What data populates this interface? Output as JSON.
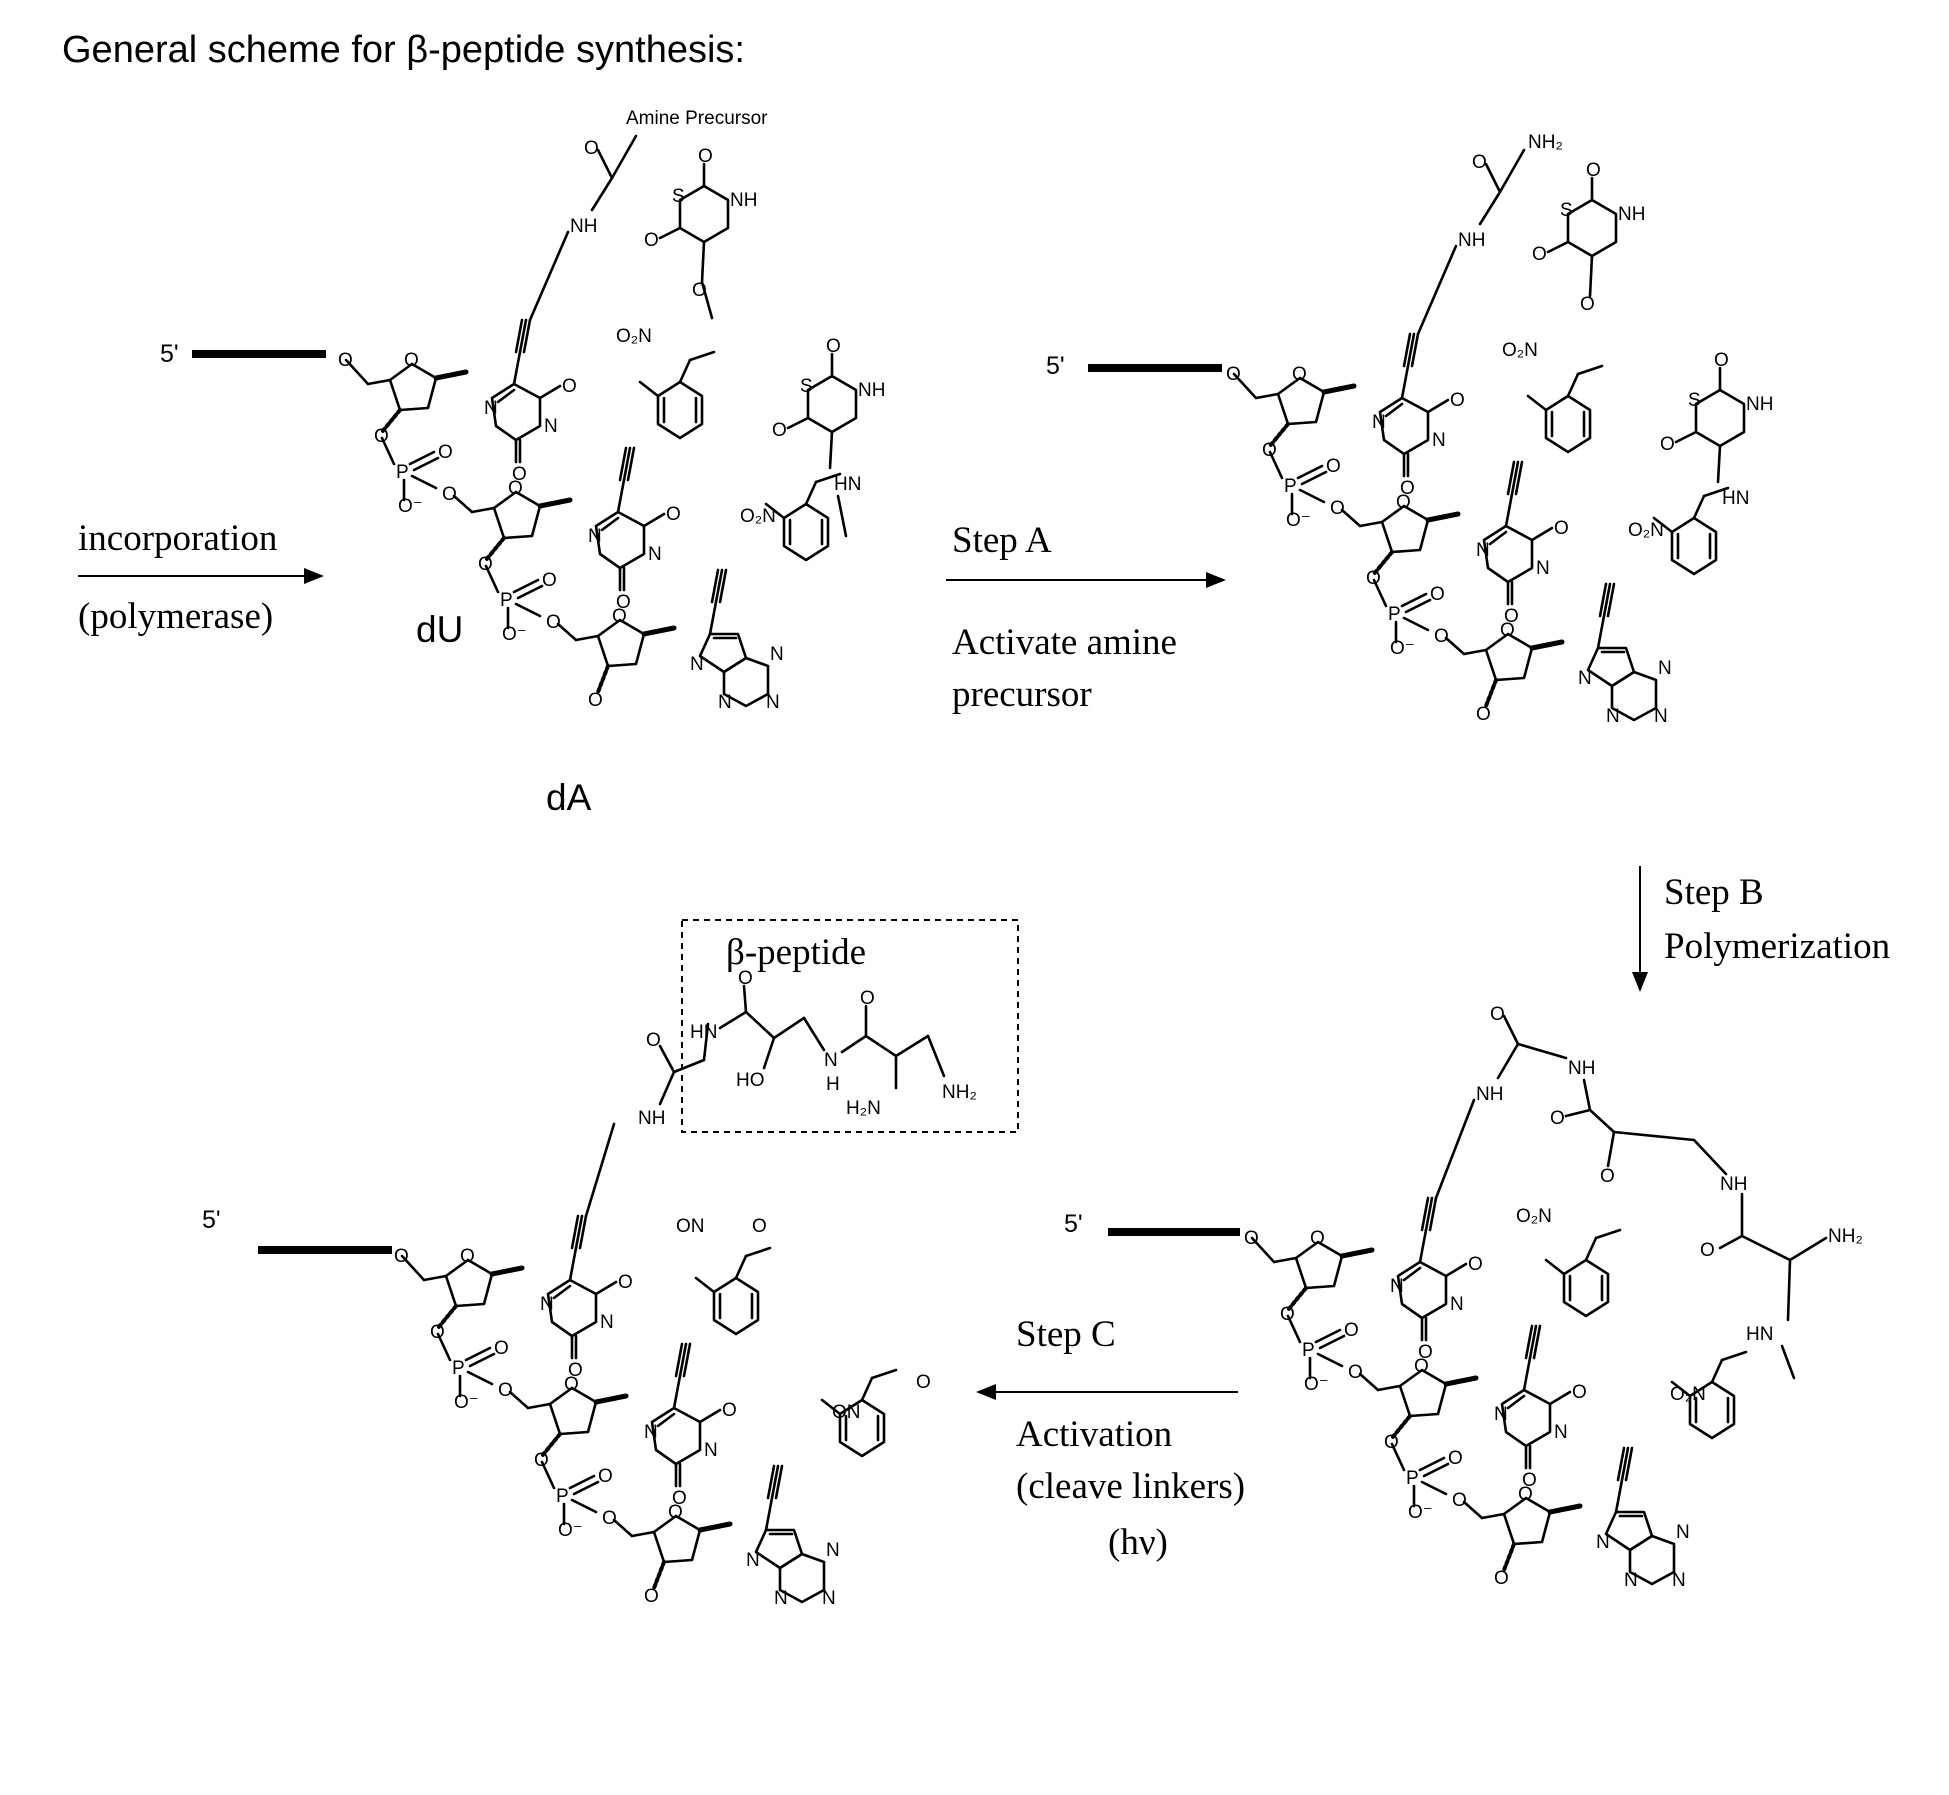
{
  "title": "General scheme for β-peptide synthesis:",
  "colors": {
    "ink": "#000000",
    "background": "#ffffff"
  },
  "arrows": {
    "incorporation": {
      "top": "incorporation",
      "bottom": "(polymerase)"
    },
    "step_a": {
      "line1": "Step A",
      "line2": "Activate amine",
      "line3": "precursor"
    },
    "step_b": {
      "line1": "Step B",
      "line2": "Polymerization"
    },
    "step_c": {
      "line1": "Step C",
      "line2": "Activation",
      "line3": "(cleave linkers)",
      "line4": "(hν)"
    }
  },
  "labels": {
    "five_prime": "5'",
    "amine_precursor": "Amine Precursor",
    "du": "dU",
    "da": "dA",
    "beta_peptide": "β-peptide"
  },
  "atoms": {
    "O": "O",
    "N": "N",
    "S": "S",
    "P": "P",
    "NH": "NH",
    "HN": "HN",
    "H": "H",
    "O_minus": "O⁻",
    "NO2": "O₂N",
    "ON": "ON",
    "NH2": "NH₂",
    "H2N": "H₂N",
    "HO": "HO"
  }
}
